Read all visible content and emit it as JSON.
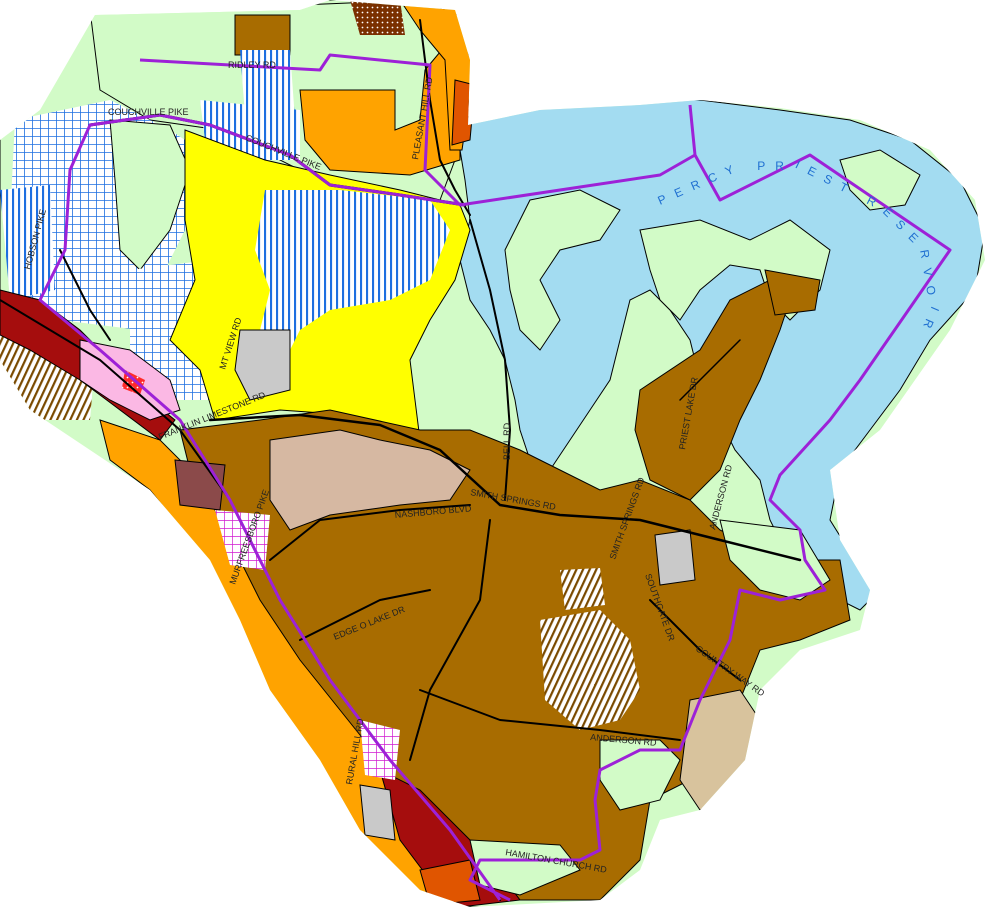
{
  "map": {
    "colors": {
      "background": "#ffffff",
      "open_space": "#d2fbc7",
      "water": "#a3dcf1",
      "residential_brown": "#a86c00",
      "commercial_orange": "#ffa300",
      "industrial_yellow": "#ffff00",
      "mixed_pink": "#fbb8e4",
      "dark_red": "#a50d0d",
      "tan": "#d6b8a2",
      "light_tan": "#d8c39d",
      "gray": "#c9c9c9",
      "red": "#ff0000",
      "orange_red": "#e05500",
      "plum": "#8b4a4a",
      "boundary_purple": "#9d21d7",
      "road_black": "#000000",
      "hatch_blue": "#1e6fe0",
      "hatch_brown": "#7a4a00",
      "hatch_magenta": "#d11ad1"
    },
    "road_labels": [
      {
        "id": "ridley-rd",
        "text": "RIDLEY RD"
      },
      {
        "id": "pleasant-hill-rd",
        "text": "PLEASANT HILL RD"
      },
      {
        "id": "couchville-pike-west",
        "text": "COUCHVILLE PIKE"
      },
      {
        "id": "couchville-pike-east",
        "text": "COUCHVILLE PIKE"
      },
      {
        "id": "hobson-pike",
        "text": "HOBSON PIKE"
      },
      {
        "id": "mt-view-rd",
        "text": "MT VIEW RD"
      },
      {
        "id": "franklin-limestone",
        "text": "FRANKLIN LIMESTONE RD"
      },
      {
        "id": "nashboro-blvd",
        "text": "NASHBORO BLVD"
      },
      {
        "id": "smith-springs-rd",
        "text": "SMITH SPRINGS RD"
      },
      {
        "id": "bell-rd",
        "text": "BELL RD"
      },
      {
        "id": "priest-lake-dr",
        "text": "PRIEST LAKE DR"
      },
      {
        "id": "anderson-rd-north",
        "text": "ANDERSON RD"
      },
      {
        "id": "smith-springs-south",
        "text": "SMITH SPRINGS RD"
      },
      {
        "id": "southgate-dr",
        "text": "SOUTHGATE DR"
      },
      {
        "id": "murfreesboro-pike",
        "text": "MURFREESBORO PIKE"
      },
      {
        "id": "edge-o-lake-dr",
        "text": "EDGE O LAKE DR"
      },
      {
        "id": "country-way-rd",
        "text": "COUNTRY WAY RD"
      },
      {
        "id": "anderson-rd",
        "text": "ANDERSON RD"
      },
      {
        "id": "hamilton-church-rd",
        "text": "HAMILTON CHURCH RD"
      },
      {
        "id": "rural-hill-rd",
        "text": "RURAL HILL RD"
      }
    ],
    "water_label": "PERCY PRIEST RESERVOIR"
  }
}
